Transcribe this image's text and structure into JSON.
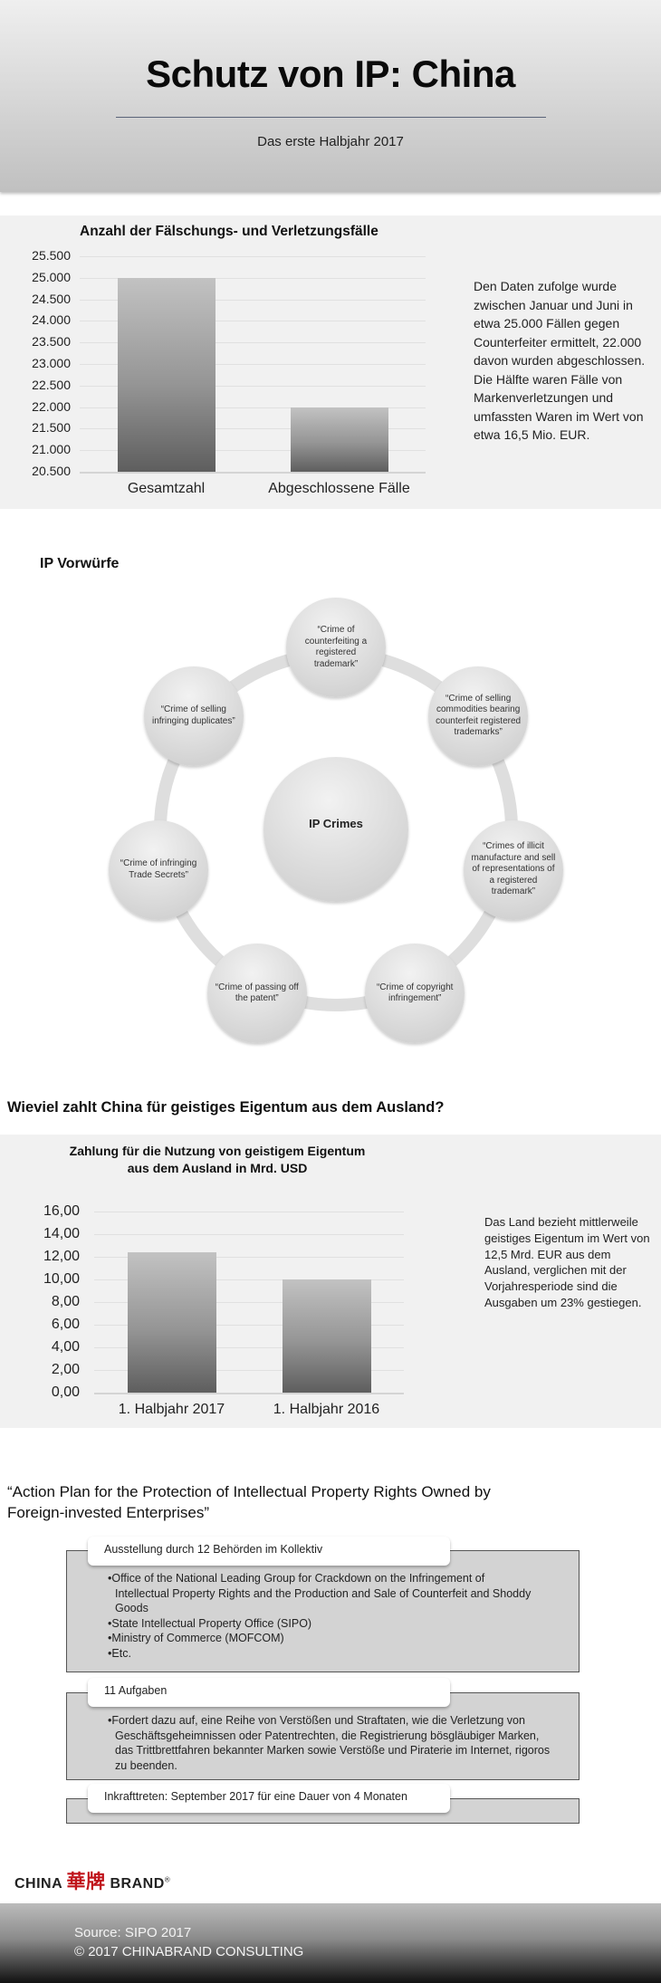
{
  "header": {
    "title": "Schutz von IP: China",
    "subtitle": "Das erste Halbjahr 2017"
  },
  "section1": {
    "side_text": "Den Daten zufolge wurde zwischen Januar und Juni in etwa 25.000 Fällen gegen Counterfeiter ermittelt, 22.000 davon wurden abgeschlossen. Die Hälfte waren Fälle von Markenverletzungen und umfassten Waren im Wert von etwa 16,5 Mio. EUR."
  },
  "section2": {
    "title": "IP Vorwürfe",
    "center": "IP Crimes",
    "nodes": [
      "“Crime of counterfeiting a registered trademark”",
      "“Crime of selling commodities bearing counterfeit registered trademarks”",
      "“Crimes of illicit manufacture and sell of representations of a registered trademark”",
      "“Crime of copyright infringement”",
      "“Crime of passing off the patent”",
      "“Crime of infringing Trade Secrets”",
      "“Crime of selling infringing duplicates”"
    ]
  },
  "section3": {
    "heading": "Wieviel zahlt China für geistiges Eigentum aus dem Ausland?",
    "side_text": "Das Land bezieht mittlerweile geistiges Eigentum im Wert von 12,5 Mrd. EUR aus dem Ausland, verglichen mit der Vorjahresperiode sind die Ausgaben um 23% gestiegen."
  },
  "section4": {
    "heading": "“Action Plan for the Protection of Intellectual Property Rights Owned by Foreign-invested Enterprises”",
    "boxes": [
      {
        "label": "Ausstellung durch 12 Behörden im Kollektiv",
        "items": [
          "Office of the National Leading Group for Crackdown on the Infringement of Intellectual Property Rights and the Production and Sale of Counterfeit and Shoddy Goods",
          "State Intellectual Property Office (SIPO)",
          "Ministry of Commerce (MOFCOM)",
          "Etc."
        ]
      },
      {
        "label": "11 Aufgaben",
        "items": [
          "Fordert dazu auf, eine Reihe von Verstößen und Straftaten, wie die Verletzung von Geschäftsgeheimnissen oder Patentrechten, die Registrierung bösgläubiger Marken, das Trittbrettfahren bekannter Marken sowie Verstöße und Piraterie im Internet, rigoros zu beenden."
        ]
      },
      {
        "label": "Inkrafttreten: September 2017 für eine Dauer von 4 Monaten",
        "items": []
      }
    ]
  },
  "logo": {
    "left": "CHINA",
    "chinese": "華牌",
    "right": "BRAND",
    "mark": "®"
  },
  "footer": {
    "source": "Source: SIPO 2017",
    "copyright": "© 2017 CHINABRAND CONSULTING"
  },
  "chart_data": [
    {
      "type": "bar",
      "title": "Anzahl der Fälschungs- und Verletzungsfälle",
      "categories": [
        "Gesamtzahl",
        "Abgeschlossene Fälle"
      ],
      "values": [
        25000,
        22000
      ],
      "xlabel": "",
      "ylabel": "",
      "ylim": [
        20500,
        25500
      ],
      "yticks": [
        "25.500",
        "25.000",
        "24.500",
        "24.000",
        "23.500",
        "23.000",
        "22.500",
        "22.000",
        "21.500",
        "21.000",
        "20.500"
      ],
      "grid": true,
      "legend": "none"
    },
    {
      "type": "bar",
      "title": "Zahlung für die Nutzung von geistigem Eigentum aus dem Ausland in Mrd. USD",
      "title_lines": [
        "Zahlung für die Nutzung von geistigem Eigentum",
        "aus dem Ausland in Mrd. USD"
      ],
      "categories": [
        "1. Halbjahr 2017",
        "1. Halbjahr 2016"
      ],
      "values": [
        12.4,
        10.0
      ],
      "xlabel": "",
      "ylabel": "",
      "ylim": [
        0,
        16
      ],
      "yticks": [
        "16,00",
        "14,00",
        "12,00",
        "10,00",
        "8,00",
        "6,00",
        "4,00",
        "2,00",
        "0,00"
      ],
      "grid": true,
      "legend": "none"
    }
  ]
}
